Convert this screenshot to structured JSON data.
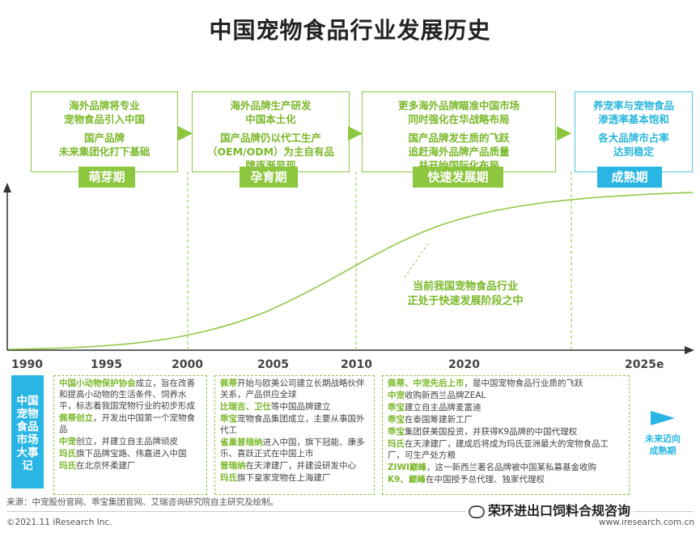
{
  "title": "中国宠物食品行业发展历史",
  "stages": [
    {
      "l1": "海外品牌将专业\n宠物食品引入中国",
      "l2": "国产品牌\n未来集团化打下基础",
      "label": "萌芽期"
    },
    {
      "l1": "海外品牌生产研发\n中国本土化",
      "l2": "国产品牌仍以代工生产\n（OEM/ODM）为主自有品\n牌逐渐显现",
      "label": "孕育期"
    },
    {
      "l1": "更多海外品牌瞄准中国市场\n同时强化在华战略布局",
      "l2": "国产品牌发生质的飞跃\n追赶海外品牌产品质量\n并开始国际化布局",
      "label": "快速发展期"
    },
    {
      "l1": "养宠率与宠物食品\n渗透率基本饱和",
      "l2": "各大品牌市占率\n达到稳定",
      "label": "成熟期"
    }
  ],
  "years": [
    "1990",
    "1995",
    "2000",
    "2005",
    "2010",
    "2020",
    "2025e"
  ],
  "center_note": "当前我国宠物食品行业\n正处于快速发展阶段之中",
  "side_label": "中国\n宠物\n食品\n市场\n大事\n记",
  "events": {
    "col1": [
      {
        "hl": "中国小动物保护协会",
        "rest": "成立，旨在改善和提高小动物的生活条件、饲养水平，标志着我国宠物行业的初步形成"
      },
      {
        "hl": "佩蒂创立",
        "rest": "，开发出中国第一个宠物食品"
      },
      {
        "hl": "中宠",
        "rest": "创立，并建立自主品牌顽皮"
      },
      {
        "hl": "玛氏",
        "rest": "旗下品牌宝路、伟嘉进入中国"
      },
      {
        "hl": "玛氏",
        "rest": "在北京怀柔建厂"
      }
    ],
    "col2": [
      {
        "hl": "佩蒂",
        "rest": "开始与欧美公司建立长期战略伙伴关系，产品供应全球"
      },
      {
        "hl": "比瑞吉、卫仕",
        "rest": "等中国品牌建立"
      },
      {
        "hl": "乖宝",
        "rest": "宠物食品集团成立，主要从事国外代工"
      },
      {
        "hl": "雀巢普瑞纳",
        "rest": "进入中国，旗下冠能、康多乐、喜跃正式在中国上市"
      },
      {
        "hl": "普瑞纳",
        "rest": "在天津建厂，并建设研发中心"
      },
      {
        "hl": "玛氏",
        "rest": "旗下皇家宠物在上海建厂"
      }
    ],
    "col3": [
      {
        "hl": "佩蒂、中宠先后上市",
        "rest": "，是中国宠物食品行业质的飞跃"
      },
      {
        "hl": "中宠",
        "rest": "收购新西兰品牌ZEAL"
      },
      {
        "hl": "乖宝",
        "rest": "建立自主品牌麦富迪"
      },
      {
        "hl": "乖宝",
        "rest": "在泰国筹建新工厂"
      },
      {
        "hl": "乖宝",
        "rest": "集团获美国投资，并获得K9品牌的中国代理权"
      },
      {
        "hl": "玛氏",
        "rest": "在天津建厂，建成后将成为玛氏亚洲最大的宠物食品工厂，可生产处方粮"
      },
      {
        "hl": "ZIWI巅峰",
        "rest": "，这一新西兰著名品牌被中国某私募基金收购"
      },
      {
        "hl": "K9、巅峰",
        "rest": "在中国授予总代理、独家代理权"
      }
    ]
  },
  "future_text": "未来迈向\n成熟期",
  "source": "来源：中宠股份官网、乖宝集团官网、艾瑞咨询研究院自主研究及绘制。",
  "copyright": "©2021.11 iResearch Inc.",
  "site": "www.iresearch.com.cn",
  "watermark": "荣环进出口饲料合规咨询",
  "colors": {
    "green": "#8dc63f",
    "blue": "#29b6e4"
  }
}
